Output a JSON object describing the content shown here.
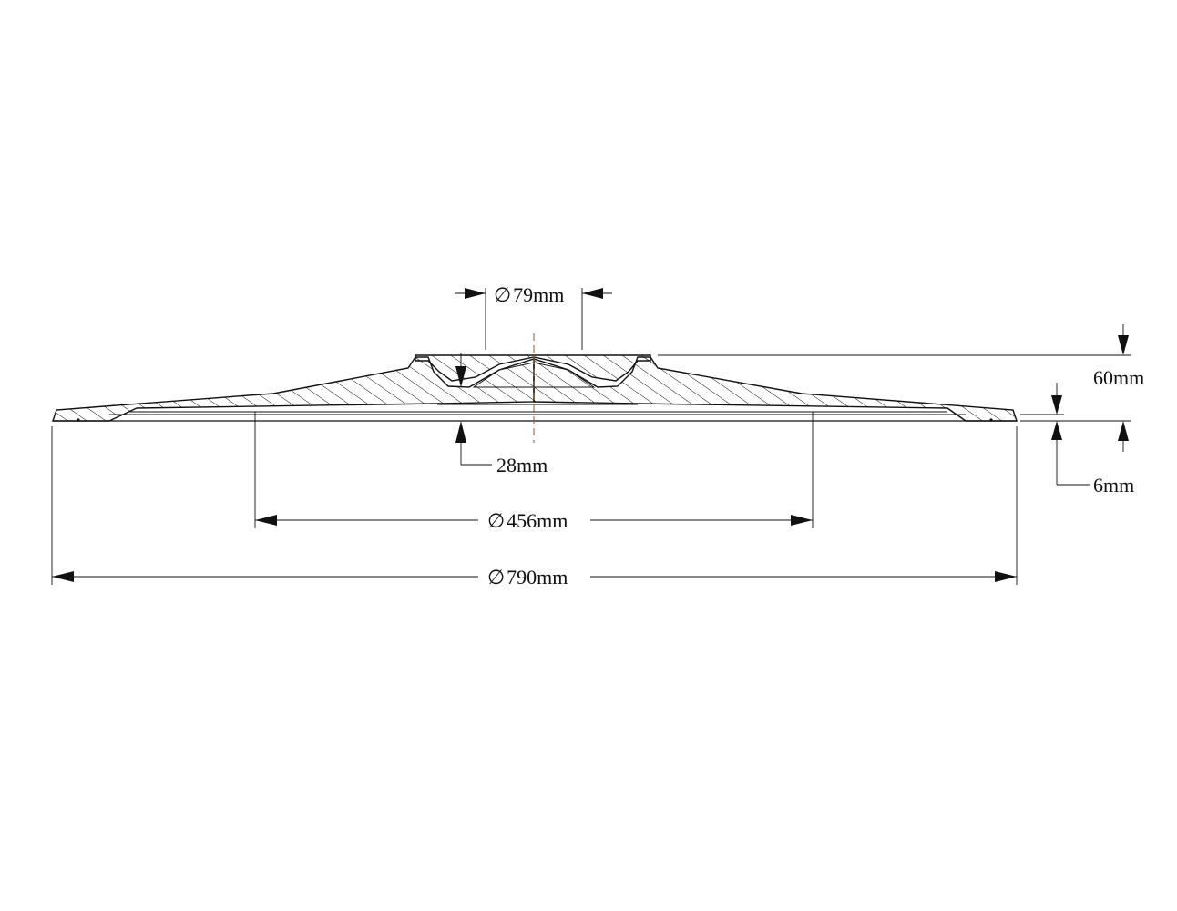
{
  "diagram": {
    "dimensions": {
      "hub_diameter": "79mm",
      "hub_depth": "28mm",
      "total_height": "60mm",
      "rim_thickness": "6mm",
      "inner_diameter": "456mm",
      "outer_diameter": "790mm"
    },
    "diameter_symbol": "∅",
    "colors": {
      "line": "#111111",
      "centerline": "#8b5a2b",
      "background": "#ffffff"
    }
  }
}
